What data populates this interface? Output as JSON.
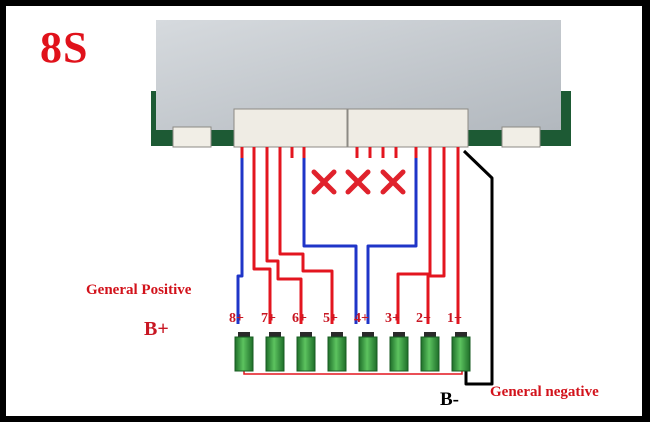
{
  "diagram": {
    "title": "8S",
    "label_general_positive": "General Positive",
    "label_b_plus": "B+",
    "label_b_minus": "B-",
    "label_general_negative": "General negative",
    "taps": [
      "8+",
      "7+",
      "6+",
      "5+",
      "4+",
      "3+",
      "2+",
      "1+"
    ],
    "colors": {
      "title": "#e0121b",
      "wire_red": "#e3151f",
      "wire_blue": "#1f35c8",
      "wire_black": "#000000",
      "x_mark": "#e0222c",
      "battery": "#2f9b3a"
    },
    "icons": [
      "x-mark-icon",
      "battery-icon"
    ]
  }
}
